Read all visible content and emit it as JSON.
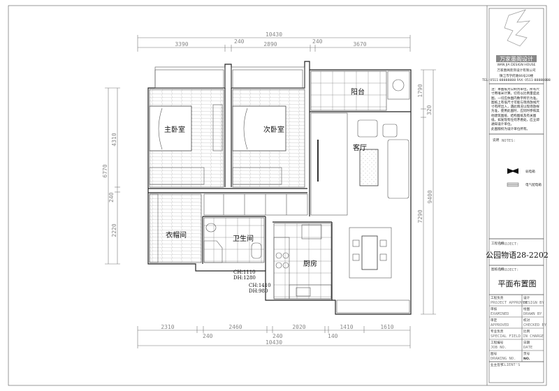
{
  "plan": {
    "rooms": {
      "master_bedroom": "主卧室",
      "second_bedroom": "次卧室",
      "balcony": "阳台",
      "living_room": "客厅",
      "closet": "衣帽间",
      "bathroom": "卫生间",
      "kitchen": "厨房"
    },
    "window_notes": [
      {
        "ch": "CH:1110",
        "dh": "DH:1280"
      },
      {
        "ch": "CH:1410",
        "dh": "DH:980"
      }
    ],
    "dimensions": {
      "top_total": "10430",
      "top": [
        "3390",
        "240",
        "2890",
        "240",
        "3670"
      ],
      "bottom": [
        "2310",
        "2460",
        "2020",
        "1410",
        "1610"
      ],
      "bottom_small": [
        "240",
        "240",
        "140"
      ],
      "bottom_total": "10430",
      "left_total": "6770",
      "left": [
        "4310",
        "240",
        "2220"
      ],
      "right": [
        "1790",
        "320",
        "7290"
      ],
      "right_total": "9400"
    }
  },
  "title_block": {
    "company_name": "万家墨阁设计",
    "company_sub": "WAN JIA DESIGN HOUSE",
    "company_full": "万家墨阁装饰设计有限公司",
    "company_address": "镇江市学府路66号20楼",
    "company_tel": "TEL: 0511-88888888  FAX: 0511-88888888",
    "notes_text": "注：本图纸为公制为单位，所有尺寸用毫米计算，切勿以比例量度此图，一切应依图内数字所示为准。图纸上有低尺寸可能与现场放线尺寸有所出入，遇此情况以现场放样为准，使用此图时，应同时参照其他建筑图纸、结构图纸及有关图纸，如发现有任何矛盾处，应立即通知设计单位。",
    "notes_copyright": "此图版权为设计单位所有。",
    "notes_label_cn": "说明",
    "notes_label": "NOTES:",
    "legend": [
      {
        "icon": "weak-current-box-icon",
        "label": "弱电箱"
      },
      {
        "icon": "distribution-box-icon",
        "label": "电气配电箱"
      }
    ],
    "project_label_cn": "工程名称",
    "project_label": "PROJECT:",
    "project_name": "公园物语28-2202",
    "drawing_label_cn": "图纸名称",
    "drawing_label": "PROJECT:",
    "drawing_name": "平面布置图",
    "rows": [
      {
        "l_cn": "工程负责",
        "l": "PROJECT APPROVER",
        "r_cn": "设计",
        "r": "DESIGN BY"
      },
      {
        "l_cn": "审核",
        "l": "EXAMINED",
        "r_cn": "绘图",
        "r": "DRAWN BY"
      },
      {
        "l_cn": "审定",
        "l": "APPROVED",
        "r_cn": "校对",
        "r": "CHECKED BY"
      },
      {
        "l_cn": "专业负责",
        "l": "SPECIAL FIELD IN CHARGE",
        "r_cn": "比例",
        "r": ""
      },
      {
        "l_cn": "工程编号",
        "l": "JOB NO.",
        "r_cn": "日期",
        "r": "DATE"
      },
      {
        "l_cn": "图号",
        "l": "DRAWING NO.",
        "r_cn": "页号",
        "r": "NO."
      }
    ],
    "client_cn": "业主签字",
    "client": "CLIENT'S"
  }
}
